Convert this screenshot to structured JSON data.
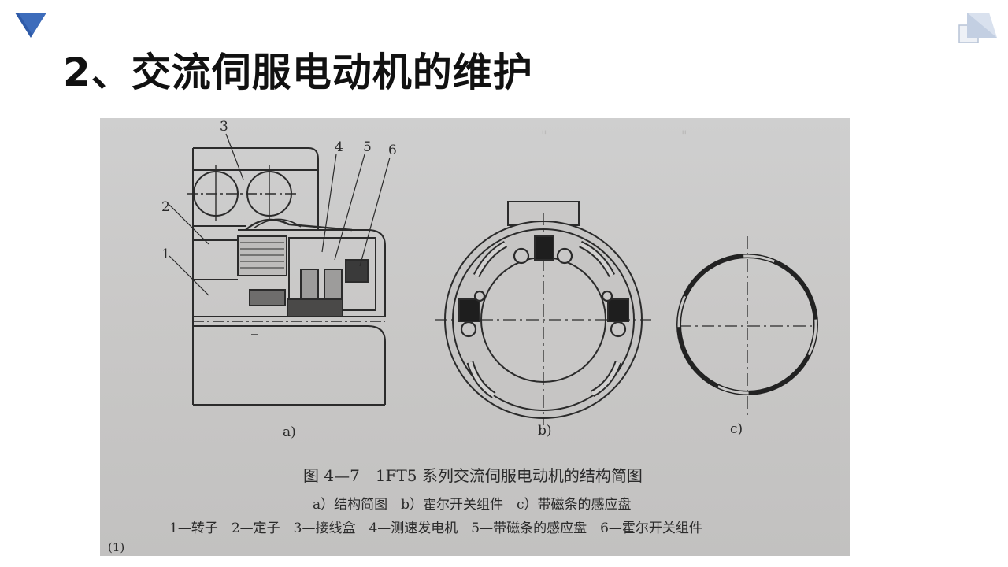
{
  "slide": {
    "title": "2、交流伺服电动机的维护",
    "colors": {
      "accent": "#2e5aa8",
      "title": "#111111"
    },
    "icons": [
      "triangle-marker-icon",
      "page-corner-icon"
    ]
  },
  "figure": {
    "part_labels": [
      "3",
      "4",
      "5",
      "6",
      "2",
      "1"
    ],
    "sub_labels": [
      "a)",
      "b)",
      "c)"
    ],
    "caption": "图 4—7　1FT5 系列交流伺服电动机的结构简图",
    "subcaption": "a）结构简图　b）霍尔开关组件　c）带磁条的感应盘",
    "legend": "1—转子　2—定子　3—接线盒　4—测速发电机　5—带磁条的感应盘　6—霍尔开关组件",
    "page_fragment": "(1)"
  }
}
